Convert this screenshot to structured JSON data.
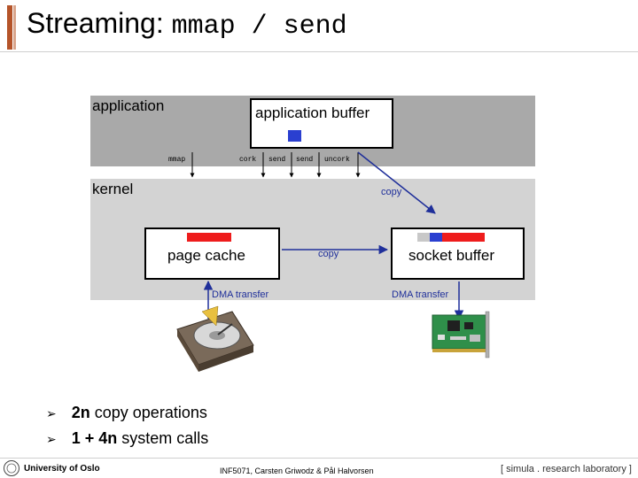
{
  "title": {
    "prefix": "Streaming:",
    "mono": "mmap / send"
  },
  "regions": {
    "application": "application",
    "kernel": "kernel"
  },
  "boxes": {
    "application_buffer": "application buffer",
    "page_cache": "page cache",
    "socket_buffer": "socket buffer"
  },
  "syscalls": {
    "mmap": "mmap",
    "cork": "cork",
    "send1": "send",
    "send2": "send",
    "uncork": "uncork"
  },
  "labels": {
    "copy_upper": "copy",
    "copy_middle": "copy",
    "dma_left": "DMA transfer",
    "dma_right": "DMA transfer"
  },
  "bullets": [
    {
      "bold": "2n",
      "text": " copy operations"
    },
    {
      "bold": "1 + 4n",
      "text": " system calls"
    }
  ],
  "footer": {
    "university": "University of Oslo",
    "course": "INF5071, Carsten Griwodz & Pål Halvorsen",
    "lab": "[ simula . research laboratory ]"
  },
  "colors": {
    "arrow_blue": "#1f2f9a",
    "buffer_blue": "#2a3fd0",
    "cache_red": "#ee1c1c",
    "title_accent": "#b5542a"
  },
  "icons": {
    "disk": "hard-disk-icon",
    "nic": "network-card-icon"
  }
}
